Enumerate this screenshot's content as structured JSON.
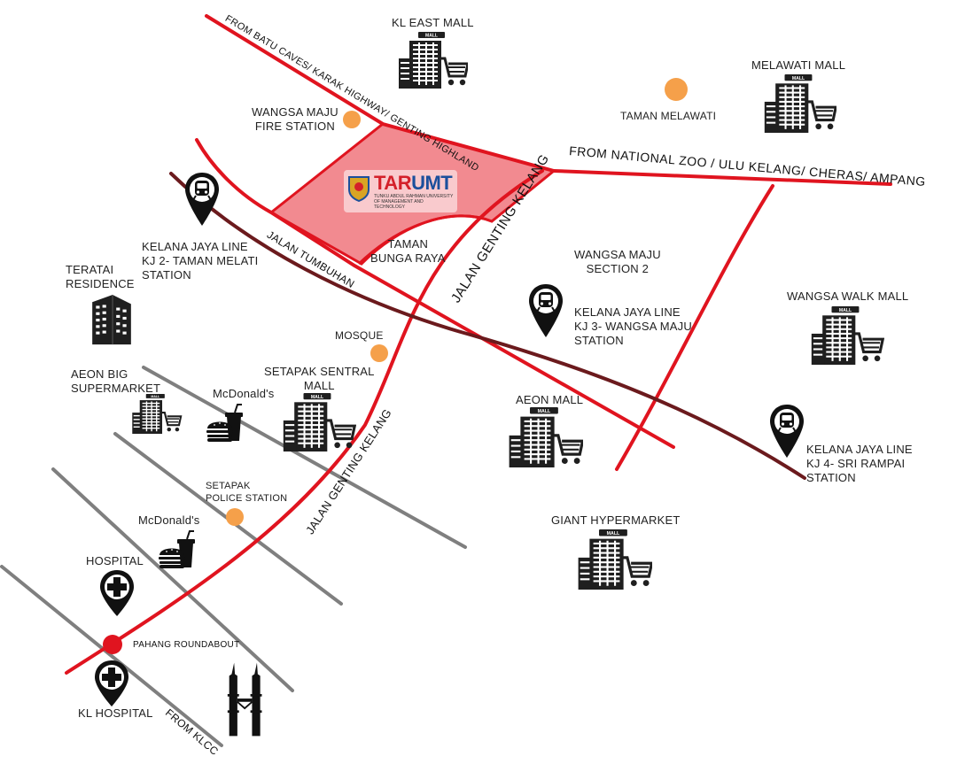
{
  "colors": {
    "road_red": "#e0141f",
    "rail_dark": "#6b1a1d",
    "road_gray": "#7f7f7f",
    "campus": "#f28a90",
    "poi_orange": "#f5a04a",
    "icon_dark": "#1f1f1f",
    "logo_red": "#d4202a",
    "logo_blue": "#1b4f9c"
  },
  "campus": {
    "logo_text_red": "TAR",
    "logo_text_blue": "UMT",
    "logo_subtitle": "TUNKU ABDUL RAHMAN UNIVERSITY OF MANAGEMENT AND TECHNOLOGY",
    "area_label": "TAMAN\nBUNGA RAYA"
  },
  "roads": {
    "batu_caves": "FROM BATU CAVES/ KARAK HIGHWAY/ GENTING HIGHLAND",
    "national_zoo": "FROM NATIONAL ZOO / ULU KELANG/ CHERAS/ AMPANG",
    "jalan_tumbuhan": "JALAN TUMBUHAN",
    "genting_kelang_upper": "JALAN GENTING KELANG",
    "genting_kelang_lower": "JALAN GENTING KELANG",
    "from_klcc": "FROM KLCC",
    "pahang_roundabout": "PAHANG ROUNDABOUT"
  },
  "places": {
    "kl_east_mall": "KL EAST MALL",
    "melawati_mall": "MELAWATI MALL",
    "taman_melawati": "TAMAN MELAWATI",
    "wangsa_maju_fire": "WANGSA MAJU\nFIRE STATION",
    "kj2": "KELANA JAYA LINE\nKJ 2- TAMAN MELATI\nSTATION",
    "teratai": "TERATAI\nRESIDENCE",
    "wangsa_maju_s2": "WANGSA MAJU\nSECTION 2",
    "kj3": "KELANA JAYA LINE\nKJ 3- WANGSA MAJU\nSTATION",
    "wangsa_walk": "WANGSA WALK MALL",
    "mosque": "MOSQUE",
    "aeon_big": "AEON BIG\nSUPERMARKET",
    "mcd1": "McDonald's",
    "setapak_sentral": "SETAPAK SENTRAL\nMALL",
    "aeon_mall": "AEON MALL",
    "kj4": "KELANA JAYA LINE\nKJ 4- SRI RAMPAI STATION",
    "setapak_police": "SETAPAK\nPOLICE STATION",
    "mcd2": "McDonald's",
    "giant": "GIANT HYPERMARKET",
    "hospital": "HOSPITAL",
    "kl_hospital": "KL HOSPITAL"
  },
  "icons": {
    "mall_sign": "MALL",
    "mall": "mall-building-cart-icon",
    "train": "train-location-pin-icon",
    "hospital": "hospital-pin-icon",
    "food": "burger-drink-icon",
    "residence": "apartment-tower-icon",
    "landmark": "twin-towers-icon"
  }
}
